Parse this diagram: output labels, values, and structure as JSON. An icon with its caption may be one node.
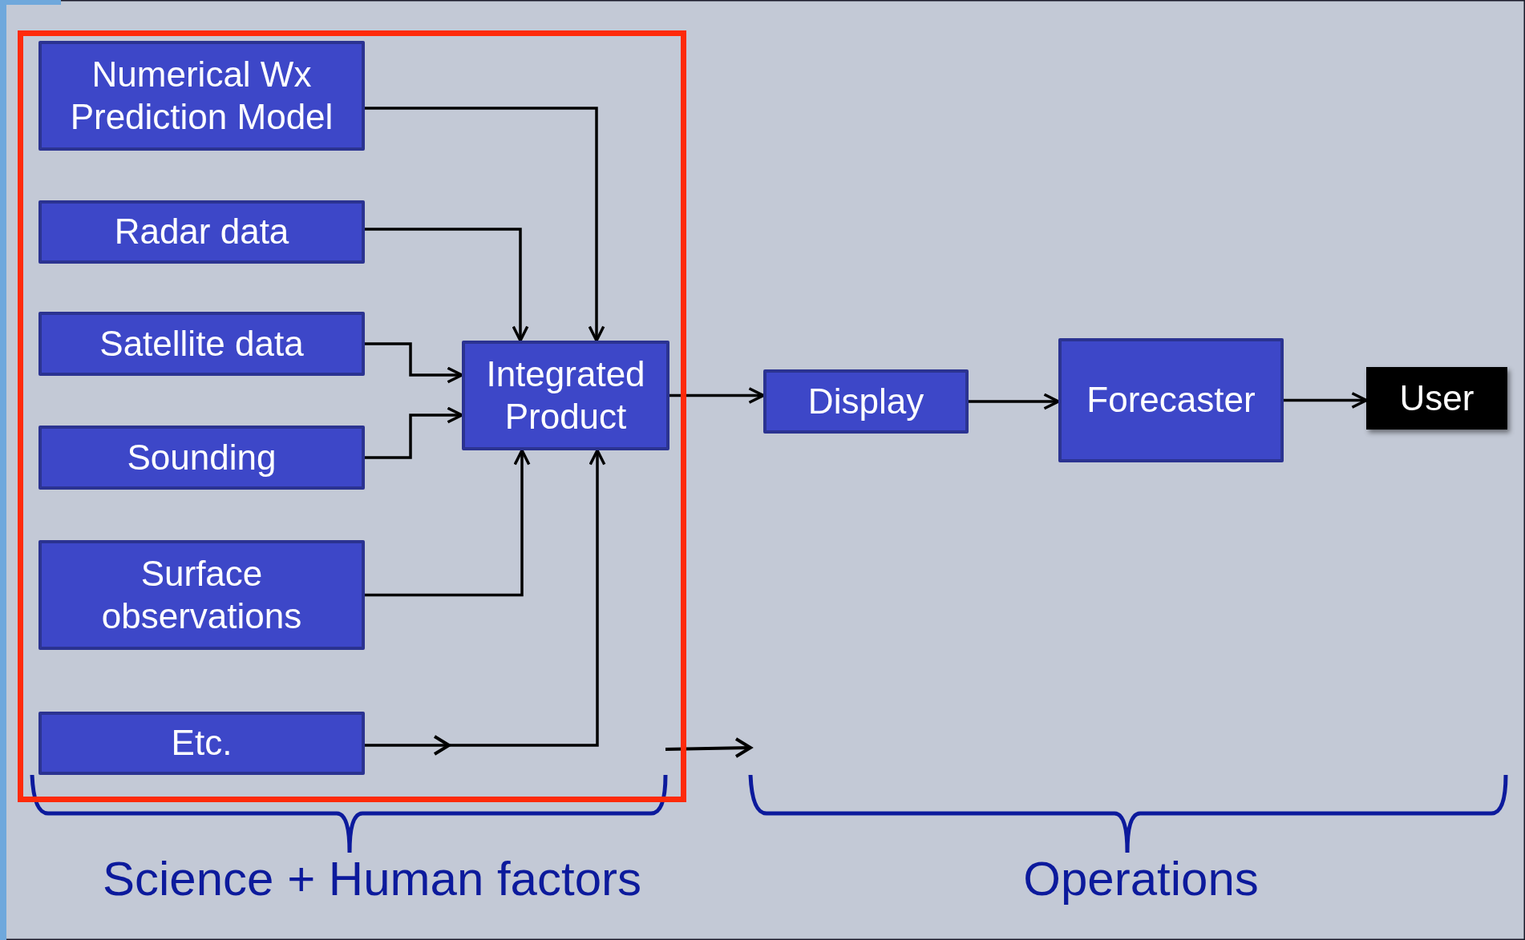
{
  "diagram": {
    "nodes": [
      {
        "text": [],
        "shape": "box"
      },
      {
        "text": [
          "Numerical Wx Prediction Model"
        ],
        "in": 0
      },
      {
        "text": [
          "Radar data"
        ],
        "in": 0
      },
      {
        "text": [
          "Satellite data"
        ],
        "in": 0
      },
      {
        "text": [
          "Sounding"
        ],
        "in": 0
      },
      {
        "text": [
          "Surface observations"
        ],
        "in": 0
      },
      {
        "text": [
          "Etc."
        ],
        "in": 0
      },
      {
        "text": [
          "Integrated Product"
        ],
        "in": 0
      },
      {
        "text": [
          "Display"
        ]
      },
      {
        "text": [
          "Forecaster"
        ]
      },
      {
        "text": [
          "User"
        ]
      }
    ],
    "edges": [
      {
        "from": 1,
        "to": 7,
        "arrow": "to"
      },
      {
        "from": 2,
        "to": 7,
        "arrow": "to"
      },
      {
        "from": 3,
        "to": 7,
        "arrow": "to"
      },
      {
        "from": 4,
        "to": 7,
        "arrow": "to"
      },
      {
        "from": 5,
        "to": 7,
        "arrow": "to"
      },
      {
        "from": 6,
        "to": 7,
        "arrow": "to"
      },
      {
        "from": 7,
        "to": 8,
        "arrow": "to"
      },
      {
        "from": 8,
        "to": 9,
        "arrow": "to"
      },
      {
        "from": 9,
        "to": 10,
        "arrow": "to"
      }
    ],
    "labels": [
      "Science + Human factors",
      "Operations"
    ]
  }
}
